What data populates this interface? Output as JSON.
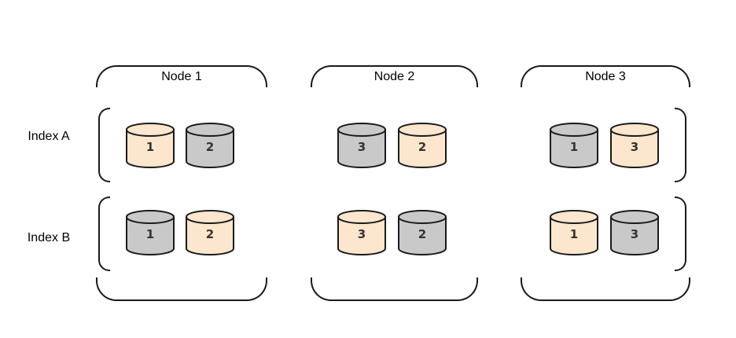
{
  "colors": {
    "orange": "#FCE6CD",
    "gray": "#C9C9C9",
    "outline": "#1A1A1A",
    "digit": "#333333"
  },
  "rows": [
    {
      "label": "Index A"
    },
    {
      "label": "Index B"
    }
  ],
  "nodes": [
    {
      "label": "Node 1",
      "rows": [
        {
          "shards": [
            {
              "label": "1",
              "color": "orange"
            },
            {
              "label": "2",
              "color": "gray"
            }
          ]
        },
        {
          "shards": [
            {
              "label": "1",
              "color": "gray"
            },
            {
              "label": "2",
              "color": "orange"
            }
          ]
        }
      ]
    },
    {
      "label": "Node 2",
      "rows": [
        {
          "shards": [
            {
              "label": "3",
              "color": "gray"
            },
            {
              "label": "2",
              "color": "orange"
            }
          ]
        },
        {
          "shards": [
            {
              "label": "3",
              "color": "orange"
            },
            {
              "label": "2",
              "color": "gray"
            }
          ]
        }
      ]
    },
    {
      "label": "Node 3",
      "rows": [
        {
          "shards": [
            {
              "label": "1",
              "color": "gray"
            },
            {
              "label": "3",
              "color": "orange"
            }
          ]
        },
        {
          "shards": [
            {
              "label": "1",
              "color": "orange"
            },
            {
              "label": "3",
              "color": "gray"
            }
          ]
        }
      ]
    }
  ]
}
